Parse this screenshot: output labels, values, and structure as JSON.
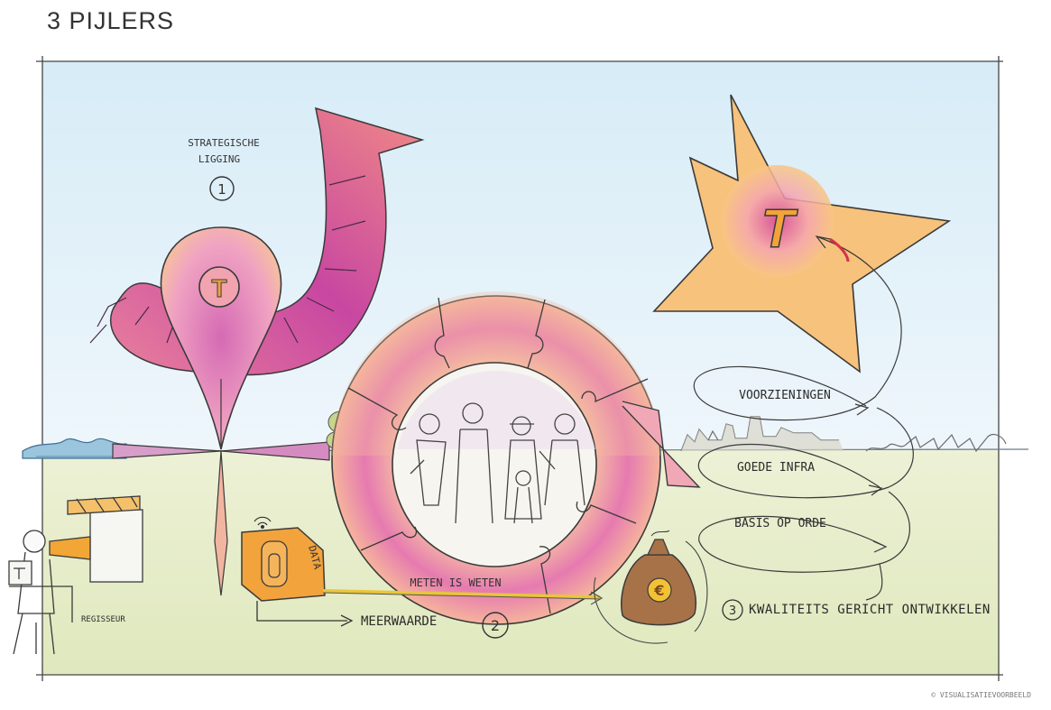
{
  "title": "3 PIJLERS",
  "pillar_1": {
    "number": "1",
    "label_line1": "STRATEGISCHE",
    "label_line2": "LIGGING"
  },
  "pillar_2": {
    "number": "2",
    "label": "MEERWAARDE",
    "connector_label": "METEN IS WETEN"
  },
  "pillar_3": {
    "number": "3",
    "label": "KWALITEITS GERICHT ONTWIKKELEN"
  },
  "spiral_levels": [
    "VOORZIENINGEN",
    "GOEDE INFRA",
    "BASIS OP ORDE"
  ],
  "data_box_label": "DATA",
  "director_label": "REGISSEUR",
  "logo_letter": "T",
  "money_symbol": "€",
  "credit": "© VISUALISATIEVOORBEELD",
  "colors": {
    "sky_top": "#cfe6f5",
    "ground": "#e3ebc2",
    "magenta": "#c8449f",
    "peach": "#f6c07a",
    "orange": "#f2a23b",
    "ink": "#2f2f2f"
  }
}
